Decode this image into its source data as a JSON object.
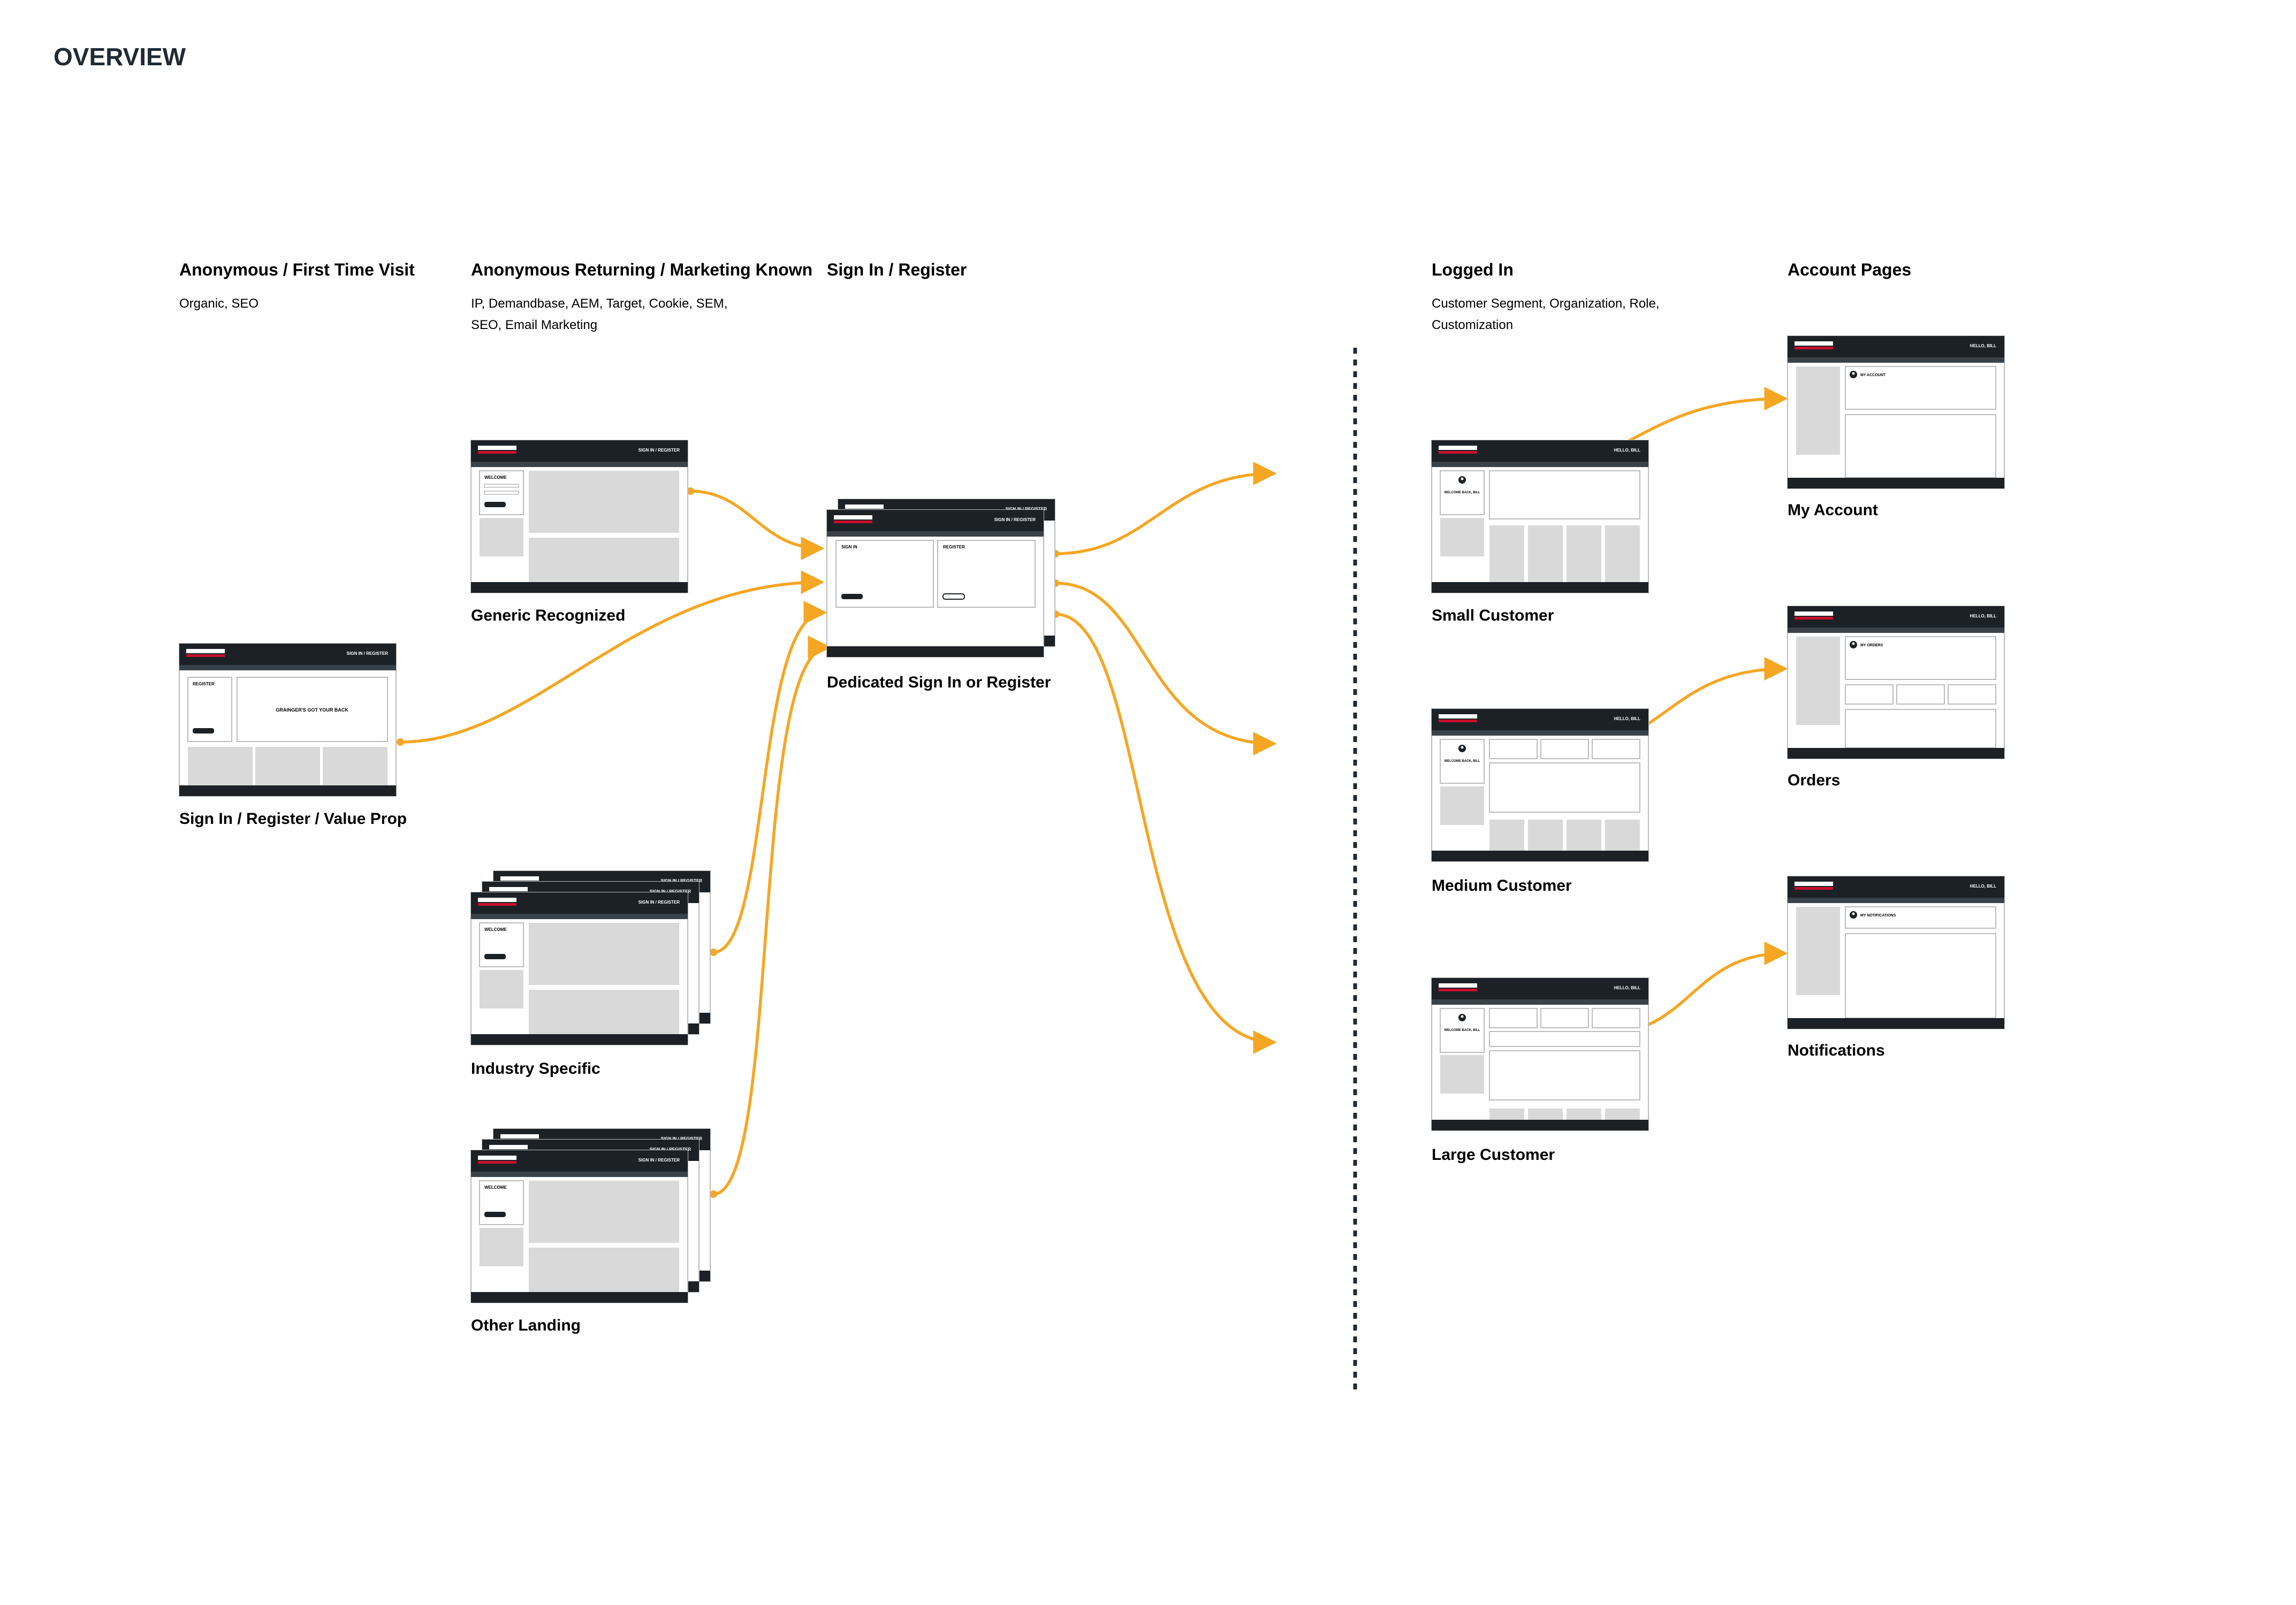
{
  "page_title": "OVERVIEW",
  "colors": {
    "arrow": "#f5a623",
    "dark": "#1c2126",
    "band": "#3a4249",
    "gray": "#d9d9d9",
    "border": "#bcbcbc",
    "red": "#c8102e",
    "text": "#1f2a33"
  },
  "columns": [
    {
      "title": "Anonymous / First Time Visit",
      "sub": [
        "Organic, SEO"
      ]
    },
    {
      "title": "Anonymous Returning / Marketing Known",
      "sub": [
        "IP, Demandbase, AEM, Target, Cookie, SEM,",
        "SEO, Email Marketing"
      ]
    },
    {
      "title": "Sign In / Register",
      "sub": []
    },
    {
      "title": "Logged In",
      "sub": [
        "Customer Segment, Organization, Role,",
        "Customization"
      ]
    },
    {
      "title": "Account Pages",
      "sub": []
    }
  ],
  "screens": {
    "value_prop": {
      "label": "Sign In / Register / Value Prop",
      "nav": "SIGN IN / REGISTER",
      "left_label": "REGISTER",
      "hero": "GRAINGER'S GOT YOUR BACK"
    },
    "generic": {
      "label": "Generic Recognized",
      "nav": "SIGN IN / REGISTER",
      "left_label": "WELCOME"
    },
    "industry": {
      "label": "Industry Specific",
      "nav": "SIGN IN / REGISTER",
      "left_label": "WELCOME"
    },
    "other": {
      "label": "Other Landing",
      "nav": "SIGN IN / REGISTER",
      "left_label": "WELCOME"
    },
    "dedicated": {
      "label": "Dedicated Sign In or Register",
      "nav": "SIGN IN / REGISTER",
      "signin": "SIGN IN",
      "register": "REGISTER"
    },
    "small": {
      "label": "Small Customer",
      "nav": "HELLO, BILL",
      "welcome": "WELCOME BACK, BILL"
    },
    "medium": {
      "label": "Medium Customer",
      "nav": "HELLO, BILL",
      "welcome": "WELCOME BACK, BILL"
    },
    "large": {
      "label": "Large Customer",
      "nav": "HELLO, BILL",
      "welcome": "WELCOME BACK, BILL"
    },
    "account": {
      "label": "My Account",
      "nav": "HELLO, BILL",
      "section": "MY ACCOUNT"
    },
    "orders": {
      "label": "Orders",
      "nav": "HELLO, BILL",
      "section": "MY ORDERS"
    },
    "notifications": {
      "label": "Notifications",
      "nav": "HELLO, BILL",
      "section": "MY NOTIFICATIONS"
    }
  }
}
